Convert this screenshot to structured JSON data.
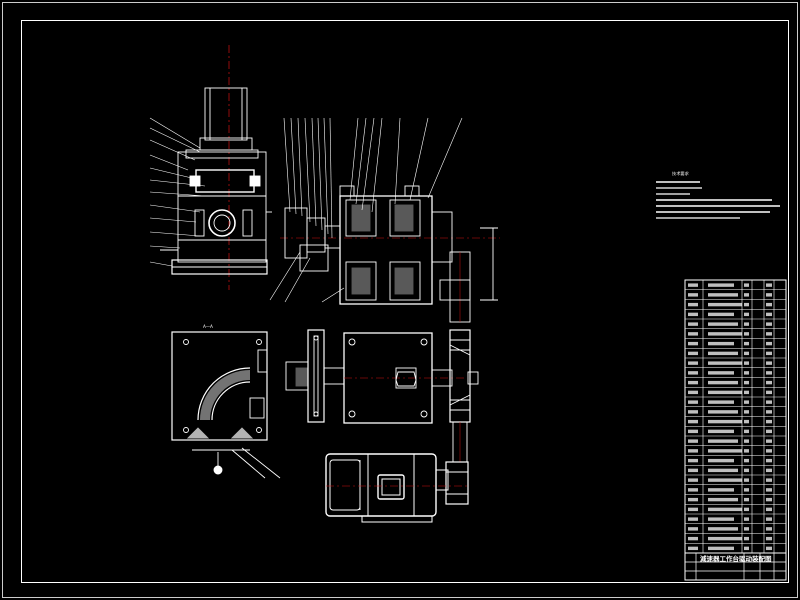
{
  "drawing": {
    "title_block_text": "減速器工作台驱动装配图",
    "tech_requirements_heading": "技术要求",
    "section_label": "A—A",
    "colors": {
      "background": "#000000",
      "line": "#ffffff",
      "centerline": "#d01010",
      "frame": "#ffffff"
    }
  },
  "parts_table": {
    "row_count": 28
  }
}
